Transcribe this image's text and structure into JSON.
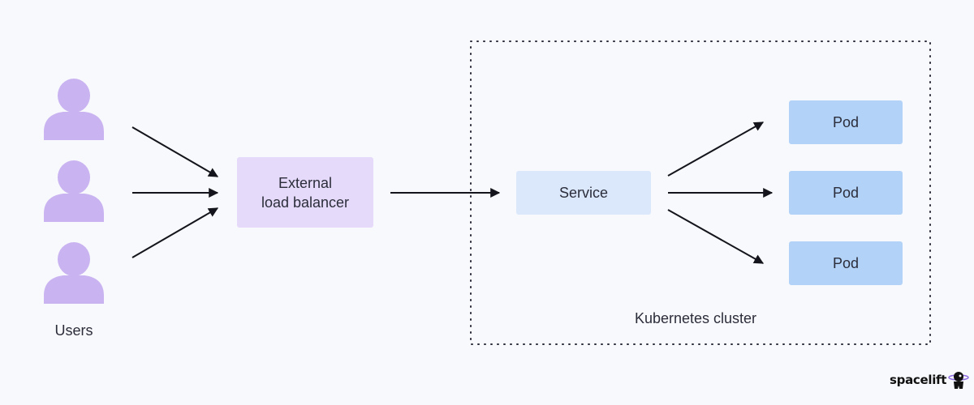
{
  "users": {
    "label": "Users",
    "count": 3
  },
  "load_balancer": {
    "line1": "External",
    "line2": "load balancer"
  },
  "service": {
    "label": "Service"
  },
  "cluster": {
    "label": "Kubernetes cluster"
  },
  "pods": [
    {
      "label": "Pod"
    },
    {
      "label": "Pod"
    },
    {
      "label": "Pod"
    }
  ],
  "brand": {
    "name": "spacelift"
  },
  "colors": {
    "background": "#f8f9fc",
    "user_icon": "#c9b3f1",
    "load_balancer": "#e6dafa",
    "service": "#dbe8fb",
    "pod": "#b2d2f8",
    "arrow": "#14151c"
  }
}
